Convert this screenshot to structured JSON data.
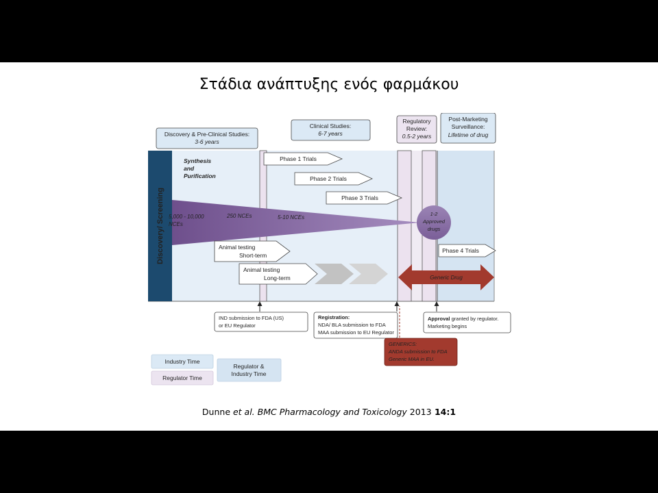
{
  "slide": {
    "title": "Στάδια ανάπτυξης ενός φαρμάκου",
    "citation": {
      "author": "Dunne",
      "etal": " et al.",
      "journal": " BMC Pharmacology and Toxicology",
      "year": " 2013",
      "volume": " 14:1"
    }
  },
  "diagram": {
    "stages": {
      "discovery": {
        "line1": "Discovery & Pre-Clinical Studies:",
        "line2": "3-6 years"
      },
      "clinical": {
        "line1": "Clinical Studies:",
        "line2": "6-7 years"
      },
      "regulatory": {
        "line1": "Regulatory",
        "line2": "Review:",
        "line3": "0.5-2 years"
      },
      "postmarketing": {
        "line1": "Post-Marketing",
        "line2": "Surveillance:",
        "line3": "Lifetime of drug"
      }
    },
    "side_label": "Discovery/ Screening",
    "synthesis": {
      "line1": "Synthesis",
      "line2": "and",
      "line3": "Purification"
    },
    "compounds": {
      "a1": "5,000 - 10,000",
      "a2": "NCEs",
      "b": "250 NCEs",
      "c": "5-10 NCEs"
    },
    "approved": {
      "line1": "1-2",
      "line2": "Approved",
      "line3": "drugs"
    },
    "trials": {
      "phase1": "Phase 1 Trials",
      "phase2": "Phase 2 Trials",
      "phase3": "Phase 3 Trials",
      "phase4": "Phase 4 Trials"
    },
    "animal": {
      "short1": "Animal testing",
      "short2": "Short-term",
      "long1": "Animal testing",
      "long2": "Long-term"
    },
    "generic_drug": "Generic Drug",
    "callouts": {
      "ind": {
        "line1": "IND submission to FDA (US)",
        "line2": "or EU Regulator"
      },
      "registration": {
        "line1": "Registration:",
        "line2": "NDA/ BLA submission to FDA",
        "line3": "MAA submission to EU Regulator"
      },
      "approval": {
        "bold": "Approval",
        "rest": " granted by regulator.",
        "line2": "Marketing begins"
      },
      "generics": {
        "line1": "GENERICS:",
        "line2": "ANDA submission to FDA",
        "line3": "Generic MAA in EU."
      }
    },
    "legend": {
      "industry": "Industry Time",
      "regulator": "Regulator Time",
      "both1": "Regulator &",
      "both2": "Industry Time"
    },
    "colors": {
      "industry_bg": "#dbe9f5",
      "regulator_bg": "#ece4f0",
      "navy": "#1c4a6e",
      "funnel": "#7d5d99",
      "generic_red": "#a23a2e"
    }
  }
}
